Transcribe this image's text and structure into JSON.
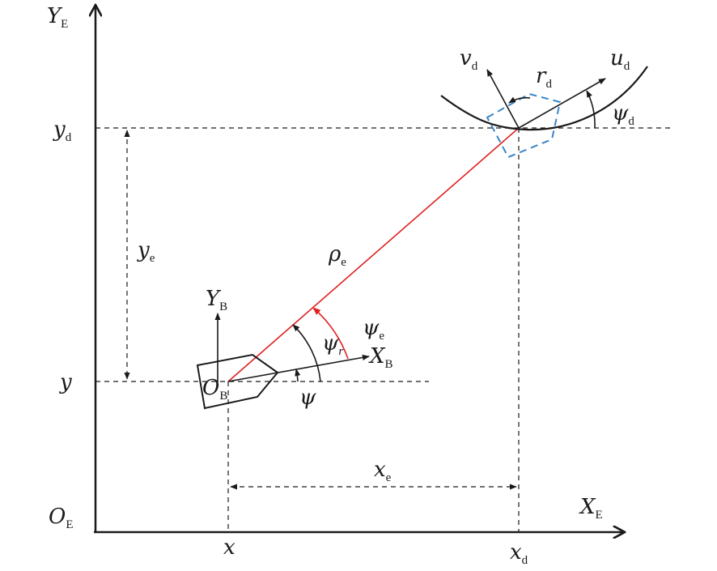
{
  "labels": {
    "y_axis": {
      "main": "Y",
      "sub": "E"
    },
    "x_axis": {
      "main": "X",
      "sub": "E"
    },
    "origin": {
      "main": "O",
      "sub": "E"
    },
    "yd": {
      "main": "y",
      "sub": "d"
    },
    "y": {
      "main": "y"
    },
    "ye": {
      "main": "y",
      "sub": "e"
    },
    "x": {
      "main": "x"
    },
    "xd": {
      "main": "x",
      "sub": "d"
    },
    "xe": {
      "main": "x",
      "sub": "e"
    },
    "rho_e": {
      "main": "ρ",
      "sub": "e"
    },
    "psi_e": {
      "main": "ψ",
      "sub": "e"
    },
    "psi_r": {
      "main": "ψ",
      "sub": "r"
    },
    "psi": {
      "main": "ψ"
    },
    "body_y": {
      "main": "Y",
      "sub": "B"
    },
    "body_x": {
      "main": "X",
      "sub": "B"
    },
    "body_origin": {
      "main": "O",
      "sub": "B"
    },
    "vd": {
      "main": "v",
      "sub": "d"
    },
    "ud": {
      "main": "u",
      "sub": "d"
    },
    "rd": {
      "main": "r",
      "sub": "d"
    },
    "psi_d": {
      "main": "ψ",
      "sub": "d"
    }
  },
  "colors": {
    "line": "#1a1a1a",
    "error_vector": "#e02020",
    "desired_vessel": "#3a86c8"
  }
}
